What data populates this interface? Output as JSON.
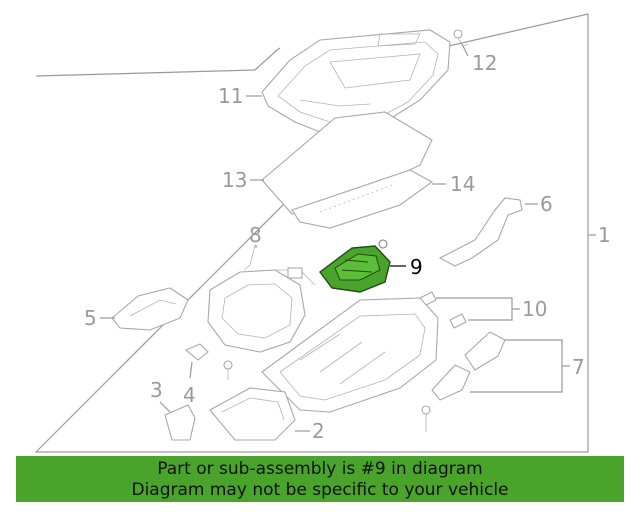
{
  "diagram": {
    "callouts": {
      "c1": "1",
      "c2": "2",
      "c3": "3",
      "c4": "4",
      "c5": "5",
      "c6": "6",
      "c7": "7",
      "c8": "8",
      "c9": "9",
      "c10": "10",
      "c11": "11",
      "c12": "12",
      "c13": "13",
      "c14": "14"
    },
    "highlight_part": "9",
    "colors": {
      "highlight": "#4aa42c",
      "line": "#a8a8a8",
      "callout": "#9a9a9a",
      "active": "#000000"
    }
  },
  "banner": {
    "line1": "Part or sub-assembly is #9 in diagram",
    "line2": "Diagram may not be specific to your vehicle",
    "color": "#4aa42c"
  }
}
